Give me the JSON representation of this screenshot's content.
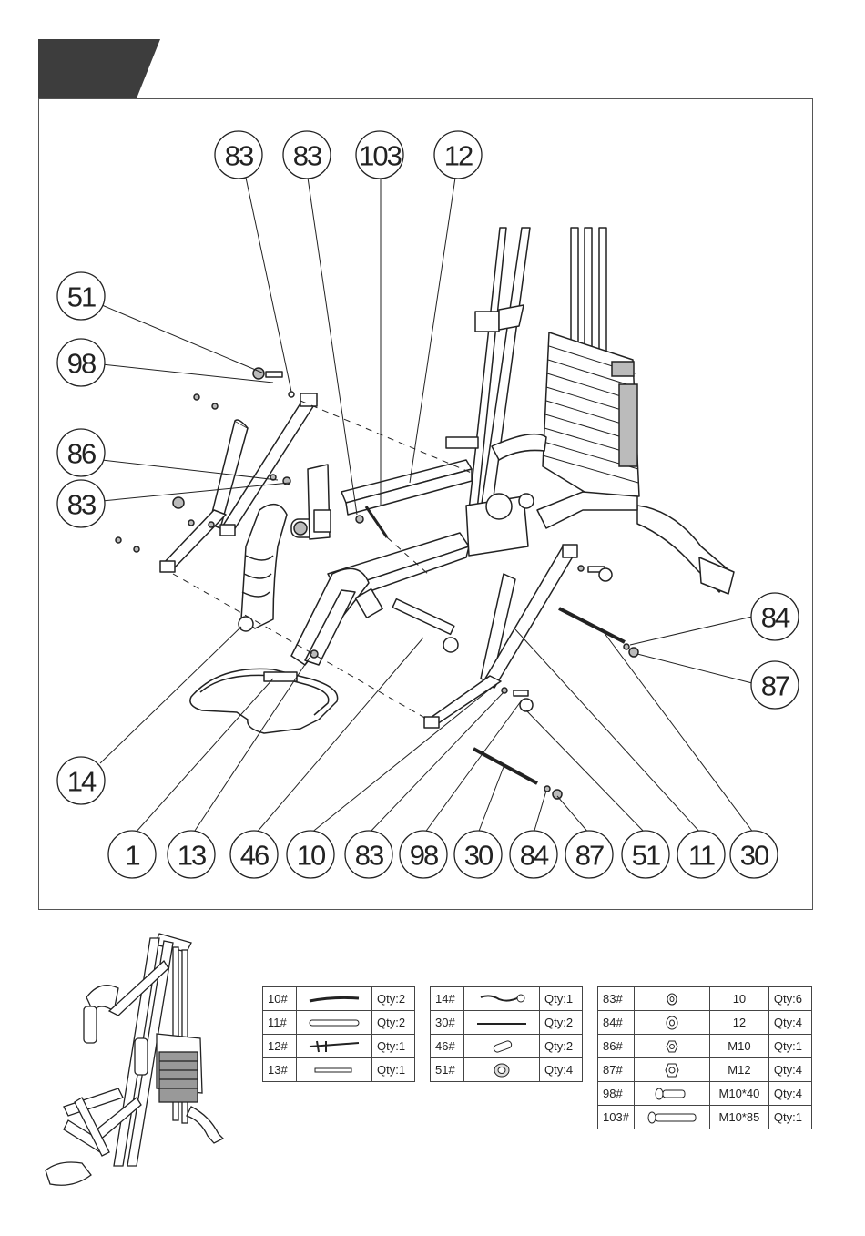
{
  "callouts_top": [
    "83",
    "83",
    "103",
    "12"
  ],
  "callouts_left": [
    "51",
    "98",
    "86",
    "83",
    "14"
  ],
  "callouts_right": [
    "84",
    "87"
  ],
  "callouts_bottom": [
    "1",
    "13",
    "46",
    "10",
    "83",
    "98",
    "30",
    "84",
    "87",
    "51",
    "11",
    "30"
  ],
  "parts_table_1": [
    {
      "num": "10#",
      "qty": "Qty:2",
      "icon": "long-tube-icon"
    },
    {
      "num": "11#",
      "qty": "Qty:2",
      "icon": "bar-icon"
    },
    {
      "num": "12#",
      "qty": "Qty:1",
      "icon": "bracket-icon"
    },
    {
      "num": "13#",
      "qty": "Qty:1",
      "icon": "tube-icon"
    }
  ],
  "parts_table_2": [
    {
      "num": "14#",
      "qty": "Qty:1",
      "icon": "lever-icon"
    },
    {
      "num": "30#",
      "qty": "Qty:2",
      "icon": "rod-icon"
    },
    {
      "num": "46#",
      "qty": "Qty:2",
      "icon": "pin-icon"
    },
    {
      "num": "51#",
      "qty": "Qty:4",
      "icon": "cap-icon"
    }
  ],
  "parts_table_3": [
    {
      "num": "83#",
      "spec": "10",
      "qty": "Qty:6",
      "icon": "washer-icon"
    },
    {
      "num": "84#",
      "spec": "12",
      "qty": "Qty:4",
      "icon": "washer-icon"
    },
    {
      "num": "86#",
      "spec": "M10",
      "qty": "Qty:1",
      "icon": "nut-icon"
    },
    {
      "num": "87#",
      "spec": "M12",
      "qty": "Qty:4",
      "icon": "nut-icon"
    },
    {
      "num": "98#",
      "spec": "M10*40",
      "qty": "Qty:4",
      "icon": "bolt-icon"
    },
    {
      "num": "103#",
      "spec": "M10*85",
      "qty": "Qty:1",
      "icon": "bolt-icon"
    }
  ]
}
